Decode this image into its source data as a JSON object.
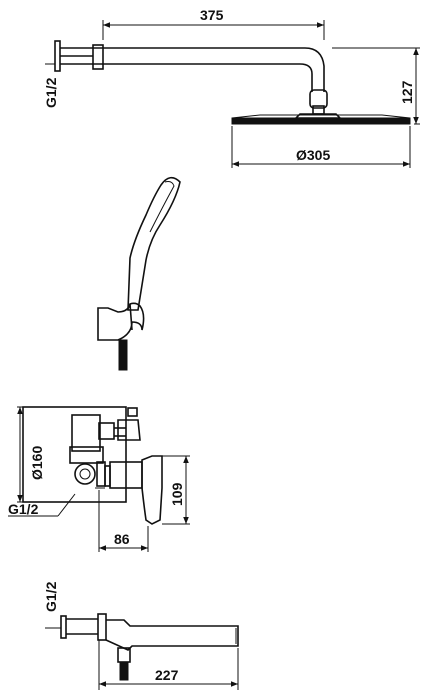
{
  "shower_head_assembly": {
    "arm_length": "375",
    "head_height": "127",
    "head_diameter": "Ø305",
    "inlet_thread": "G1/2"
  },
  "hand_shower": {},
  "mixer": {
    "body_height": "Ø160",
    "handle_height": "109",
    "depth": "86",
    "inlet_thread": "G1/2"
  },
  "spout": {
    "inlet_thread": "G1/2",
    "length": "227"
  }
}
